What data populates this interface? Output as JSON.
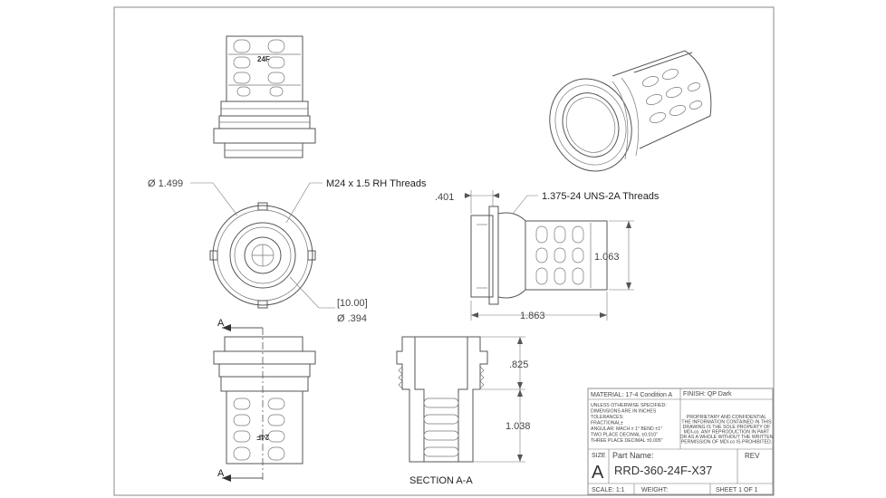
{
  "views": {
    "top_label": "24F",
    "bottom_label": "24F",
    "threads_m24": "M24 x 1.5 RH Threads",
    "threads_uns": "1.375-24 UNS-2A Threads",
    "section_title": "SECTION A-A",
    "section_marker_top": "A",
    "section_marker_bottom": "A"
  },
  "dimensions": {
    "outer_diameter": "Ø 1.499",
    "bore_ref": "[10.00]",
    "bore_diameter": "Ø .394",
    "flange_width": ".401",
    "body_height": "1.063",
    "overall_length": "1.863",
    "section_upper": ".825",
    "section_lower": "1.038"
  },
  "title_block": {
    "material": "MATERIAL: 17-4 Condition A",
    "finish": "FINISH: QP Dark",
    "notes": [
      "UNLESS OTHERWISE SPECIFIED:",
      "DIMENSIONS ARE IN INCHES",
      "TOLERANCES:",
      "FRACTIONAL±",
      "ANGULAR: MACH ± 1°   BEND ±1°",
      "TWO PLACE DECIMAL    ±0.010\"",
      "THREE PLACE DECIMAL  ±0.005\""
    ],
    "proprietary": [
      "PROPRIETARY AND CONFIDENTIAL",
      "THE INFORMATION CONTAINED IN THIS",
      "DRAWING IS THE SOLE PROPERTY OF",
      "MDI-co. ANY REPRODUCTION IN PART",
      "OR AS A WHOLE WITHOUT THE WRITTEN",
      "PERMISSION OF MDI-co IS PROHIBITED."
    ],
    "size_label": "SIZE",
    "size_value": "A",
    "part_name_label": "Part Name:",
    "part_name": "RRD-360-24F-X37",
    "rev_label": "REV",
    "scale": "SCALE: 1:1",
    "weight": "WEIGHT:",
    "sheet": "SHEET 1 OF 1"
  }
}
